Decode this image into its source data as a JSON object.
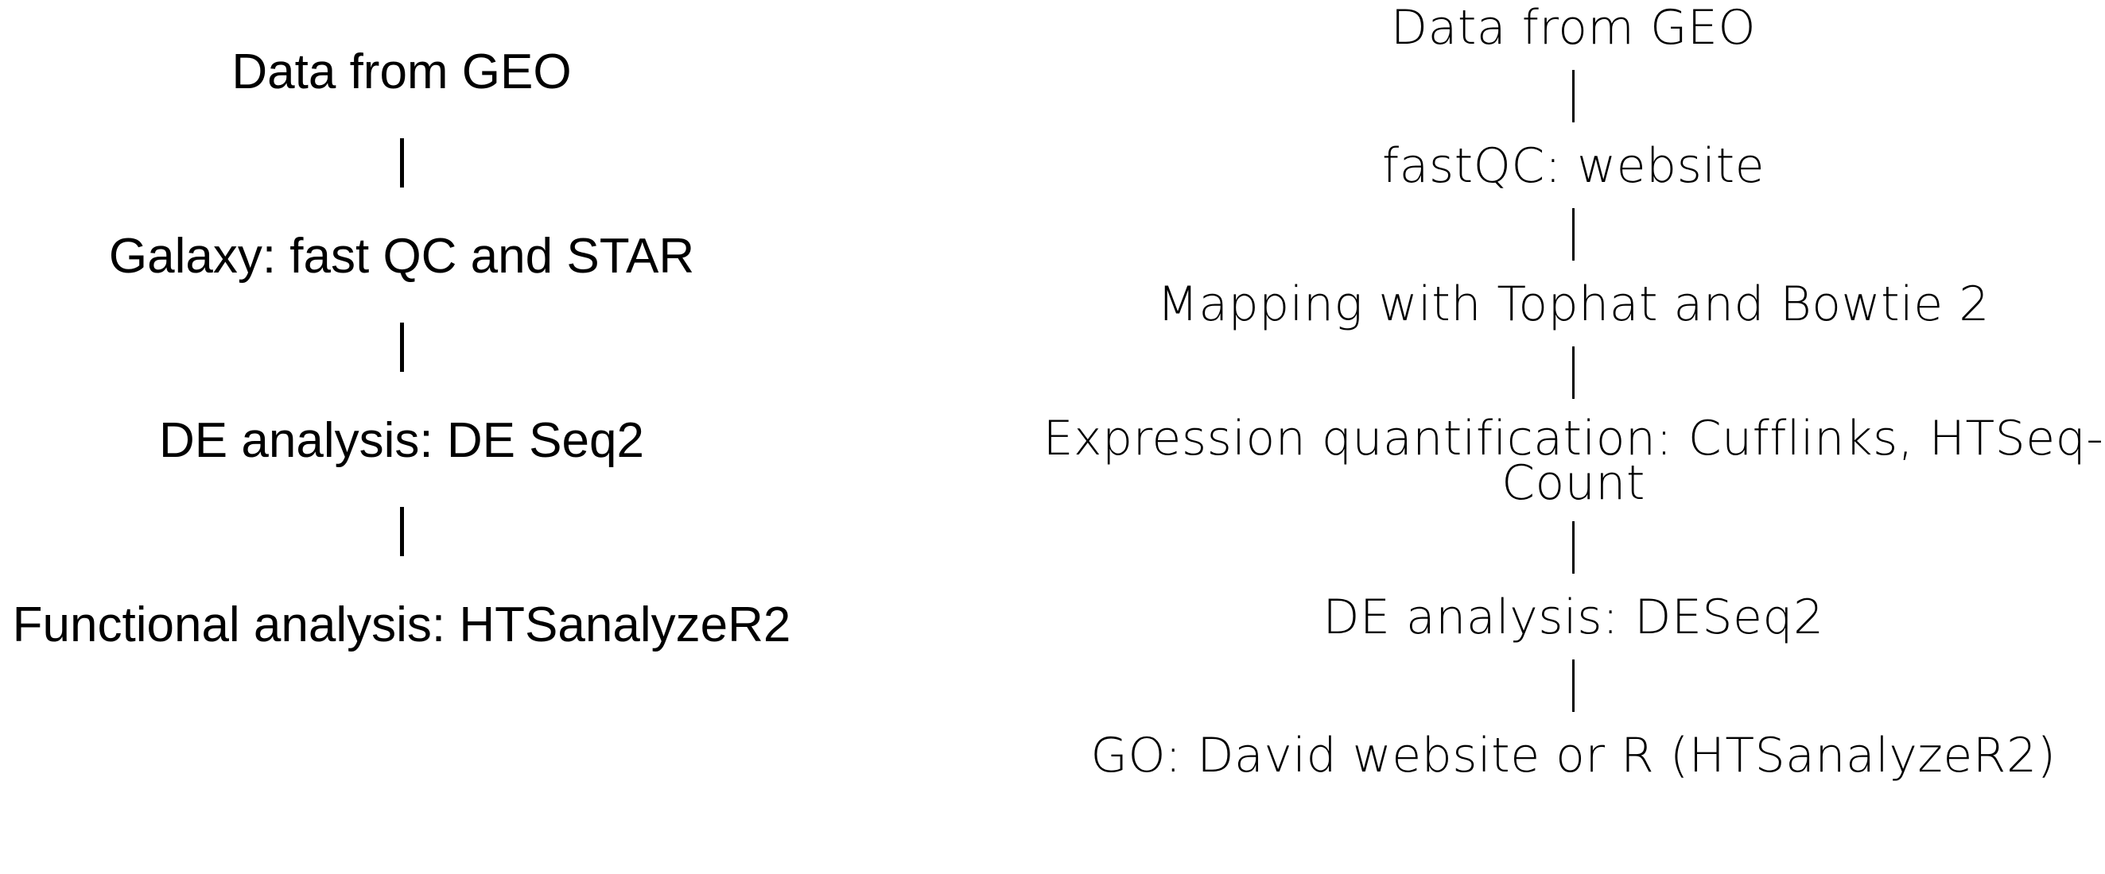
{
  "left_pipeline": {
    "steps": [
      "Data from GEO",
      "Galaxy: fast QC and STAR",
      "DE analysis: DE Seq2",
      "Functional analysis: HTSanalyzeR2"
    ],
    "connector": "|"
  },
  "right_pipeline": {
    "steps": [
      "Data from GEO",
      "fastQC: website",
      "Mapping with Tophat and Bowtie 2",
      "Expression quantification: Cufflinks, HTSeq-Count",
      "DE analysis: DESeq2",
      "GO: David website or R (HTSanalyzeR2)"
    ],
    "connector": "|"
  }
}
